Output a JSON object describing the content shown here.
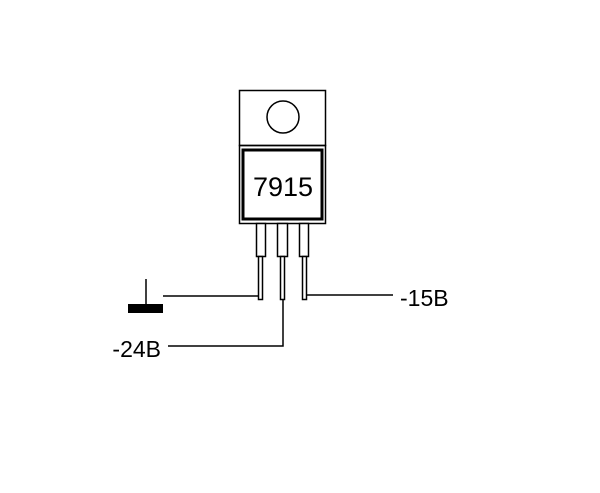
{
  "component": {
    "part_number": "7915"
  },
  "labels": {
    "input": "-24B",
    "output": "-15B"
  },
  "ground": {
    "icon": "ground-symbol-icon"
  },
  "colors": {
    "line": "#000000",
    "background": "#ffffff"
  }
}
